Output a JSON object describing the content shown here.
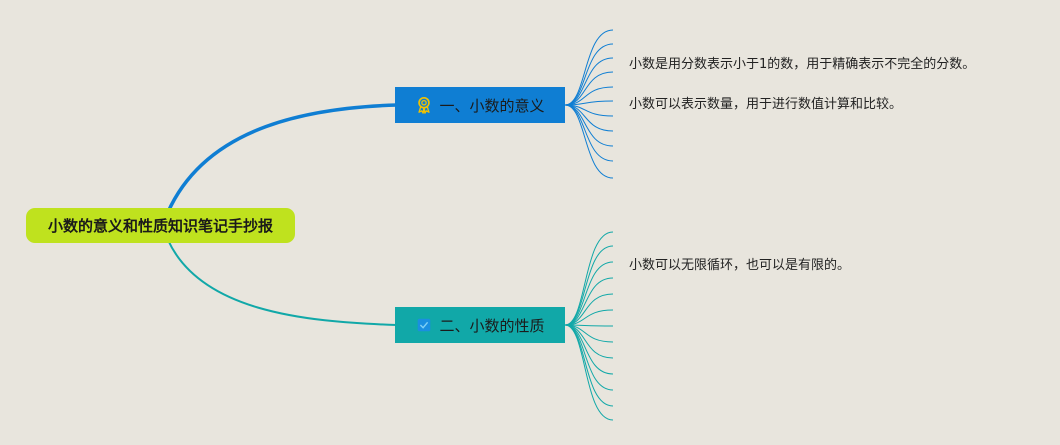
{
  "root": {
    "label": "小数的意义和性质知识笔记手抄报"
  },
  "branches": [
    {
      "label": "一、小数的意义",
      "icon": "award-ribbon-icon",
      "color": "#0f7ed3",
      "leaves": [
        "小数是用分数表示小于1的数，用于精确表示不完全的分数。",
        "小数可以表示数量，用于进行数值计算和比较。"
      ]
    },
    {
      "label": "二、小数的性质",
      "icon": "tag-icon",
      "color": "#11a8a8",
      "leaves": [
        "小数可以无限循环，也可以是有限的。"
      ]
    }
  ],
  "colors": {
    "background": "#e8e5dd",
    "root_fill": "#bfe21e",
    "branch_1": "#0f7ed3",
    "branch_2": "#11a8a8",
    "icon_gold": "#f2c200"
  }
}
